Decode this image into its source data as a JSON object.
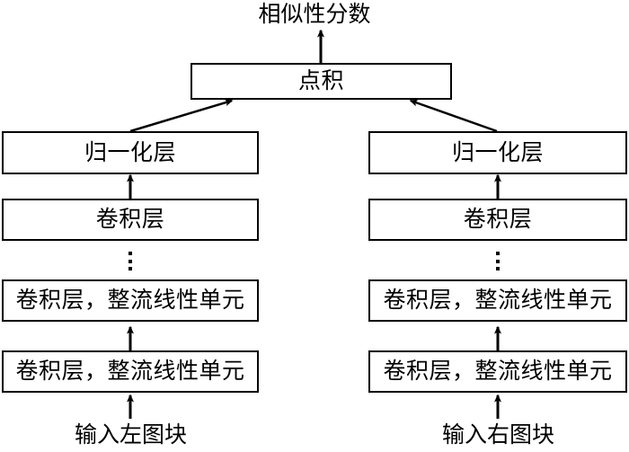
{
  "diagram": {
    "title_label": "相似性分数",
    "merge_box": {
      "label": "点积"
    },
    "branches": [
      {
        "side": "left",
        "input_label": "输入左图块",
        "layers": [
          {
            "label": "归一化层"
          },
          {
            "label": "卷积层"
          },
          {
            "label": "⋮"
          },
          {
            "label": "卷积层，整流线性单元"
          },
          {
            "label": "卷积层，整流线性单元"
          }
        ]
      },
      {
        "side": "right",
        "input_label": "输入右图块",
        "layers": [
          {
            "label": "归一化层"
          },
          {
            "label": "卷积层"
          },
          {
            "label": "⋮"
          },
          {
            "label": "卷积层，整流线性单元"
          },
          {
            "label": "卷积层，整流线性单元"
          }
        ]
      }
    ],
    "colors": {
      "stroke": "#000000",
      "fill": "#ffffff",
      "text": "#000000"
    }
  }
}
